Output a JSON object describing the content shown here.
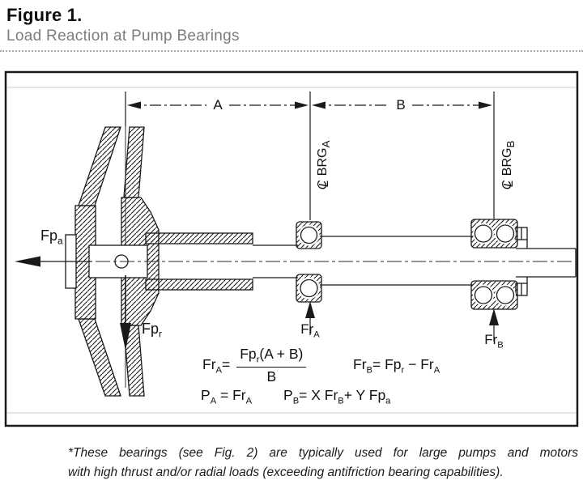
{
  "header": {
    "figure_label": "Figure 1.",
    "subtitle": "Load Reaction at Pump Bearings"
  },
  "diagram": {
    "dimensions": {
      "a": "A",
      "b": "B"
    },
    "centerline_symbol": {
      "c": "C",
      "l": "L"
    },
    "bearing_labels": {
      "brg_a": [
        {
          "t": "BRG"
        },
        {
          "sub": "A"
        }
      ],
      "brg_b": [
        {
          "t": "BRG"
        },
        {
          "sub": "B"
        }
      ]
    },
    "forces": {
      "fpa": [
        {
          "t": "Fp"
        },
        {
          "sub": "a"
        }
      ],
      "fpr": [
        {
          "t": "Fp"
        },
        {
          "sub": "r"
        }
      ],
      "frA": [
        {
          "t": "Fr"
        },
        {
          "sub": "A"
        }
      ],
      "frB": [
        {
          "t": "Fr"
        },
        {
          "sub": "B"
        }
      ]
    },
    "formulas": {
      "frA_lhs": [
        {
          "t": "Fr"
        },
        {
          "sub": "A"
        },
        {
          "t": "="
        }
      ],
      "frA_num": [
        {
          "t": "Fp"
        },
        {
          "sub": "r"
        },
        {
          "t": "(A + B)"
        }
      ],
      "frA_den": [
        {
          "t": "B"
        }
      ],
      "frB": [
        {
          "t": "Fr"
        },
        {
          "sub": "B"
        },
        {
          "t": "= Fp"
        },
        {
          "sub": "r"
        },
        {
          "t": " − Fr"
        },
        {
          "sub": "A"
        }
      ],
      "pA": [
        {
          "t": "P"
        },
        {
          "sub": "A"
        },
        {
          "t": " = Fr"
        },
        {
          "sub": "A"
        }
      ],
      "pB": [
        {
          "t": "P"
        },
        {
          "sub": "B"
        },
        {
          "t": "= X Fr"
        },
        {
          "sub": "B"
        },
        {
          "t": "+ Y Fp"
        },
        {
          "sub": "a"
        }
      ]
    }
  },
  "caption": {
    "line1": "*These bearings (see Fig. 2) are typically used for large pumps and motors",
    "line2": "with high thrust and/or radial loads (exceeding antifriction bearing capabilities)."
  },
  "colors": {
    "ink": "#1a1a1a",
    "subtitle_gray": "#7d7d7d",
    "rule_gray": "#a9a9a9"
  }
}
